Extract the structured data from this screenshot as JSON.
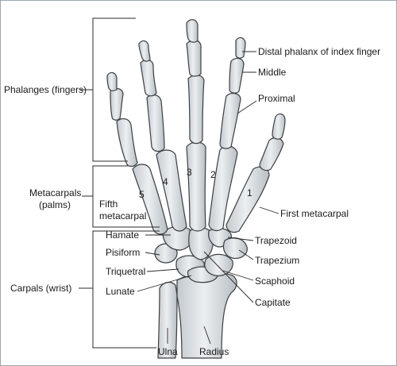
{
  "left_labels": {
    "phalanges": "Phalanges (fingers)",
    "metacarpals_line1": "Metacarpals",
    "metacarpals_line2": "(palms)",
    "carpals": "Carpals (wrist)"
  },
  "right_labels": {
    "distal_phalanx": "Distal phalanx of index finger",
    "middle": "Middle",
    "proximal": "Proximal",
    "first_metacarpal": "First metacarpal",
    "trapezoid": "Trapezoid",
    "trapezium": "Trapezium",
    "scaphoid": "Scaphoid",
    "capitate": "Capitate"
  },
  "inner_labels": {
    "fifth_metacarpal_line1": "Fifth",
    "fifth_metacarpal_line2": "metacarpal",
    "hamate": "Hamate",
    "pisiform": "Pisiform",
    "triquetral": "Triquetral",
    "lunate": "Lunate"
  },
  "bottom_labels": {
    "ulna": "Ulna",
    "radius": "Radius"
  },
  "metacarpal_numbers": {
    "n1": "1",
    "n2": "2",
    "n3": "3",
    "n4": "4",
    "n5": "5"
  },
  "colors": {
    "bone_light": "#e4e7e9",
    "bone_mid": "#c7cdd1",
    "outline": "#3a3f44",
    "frame": "#9aa7b0"
  }
}
